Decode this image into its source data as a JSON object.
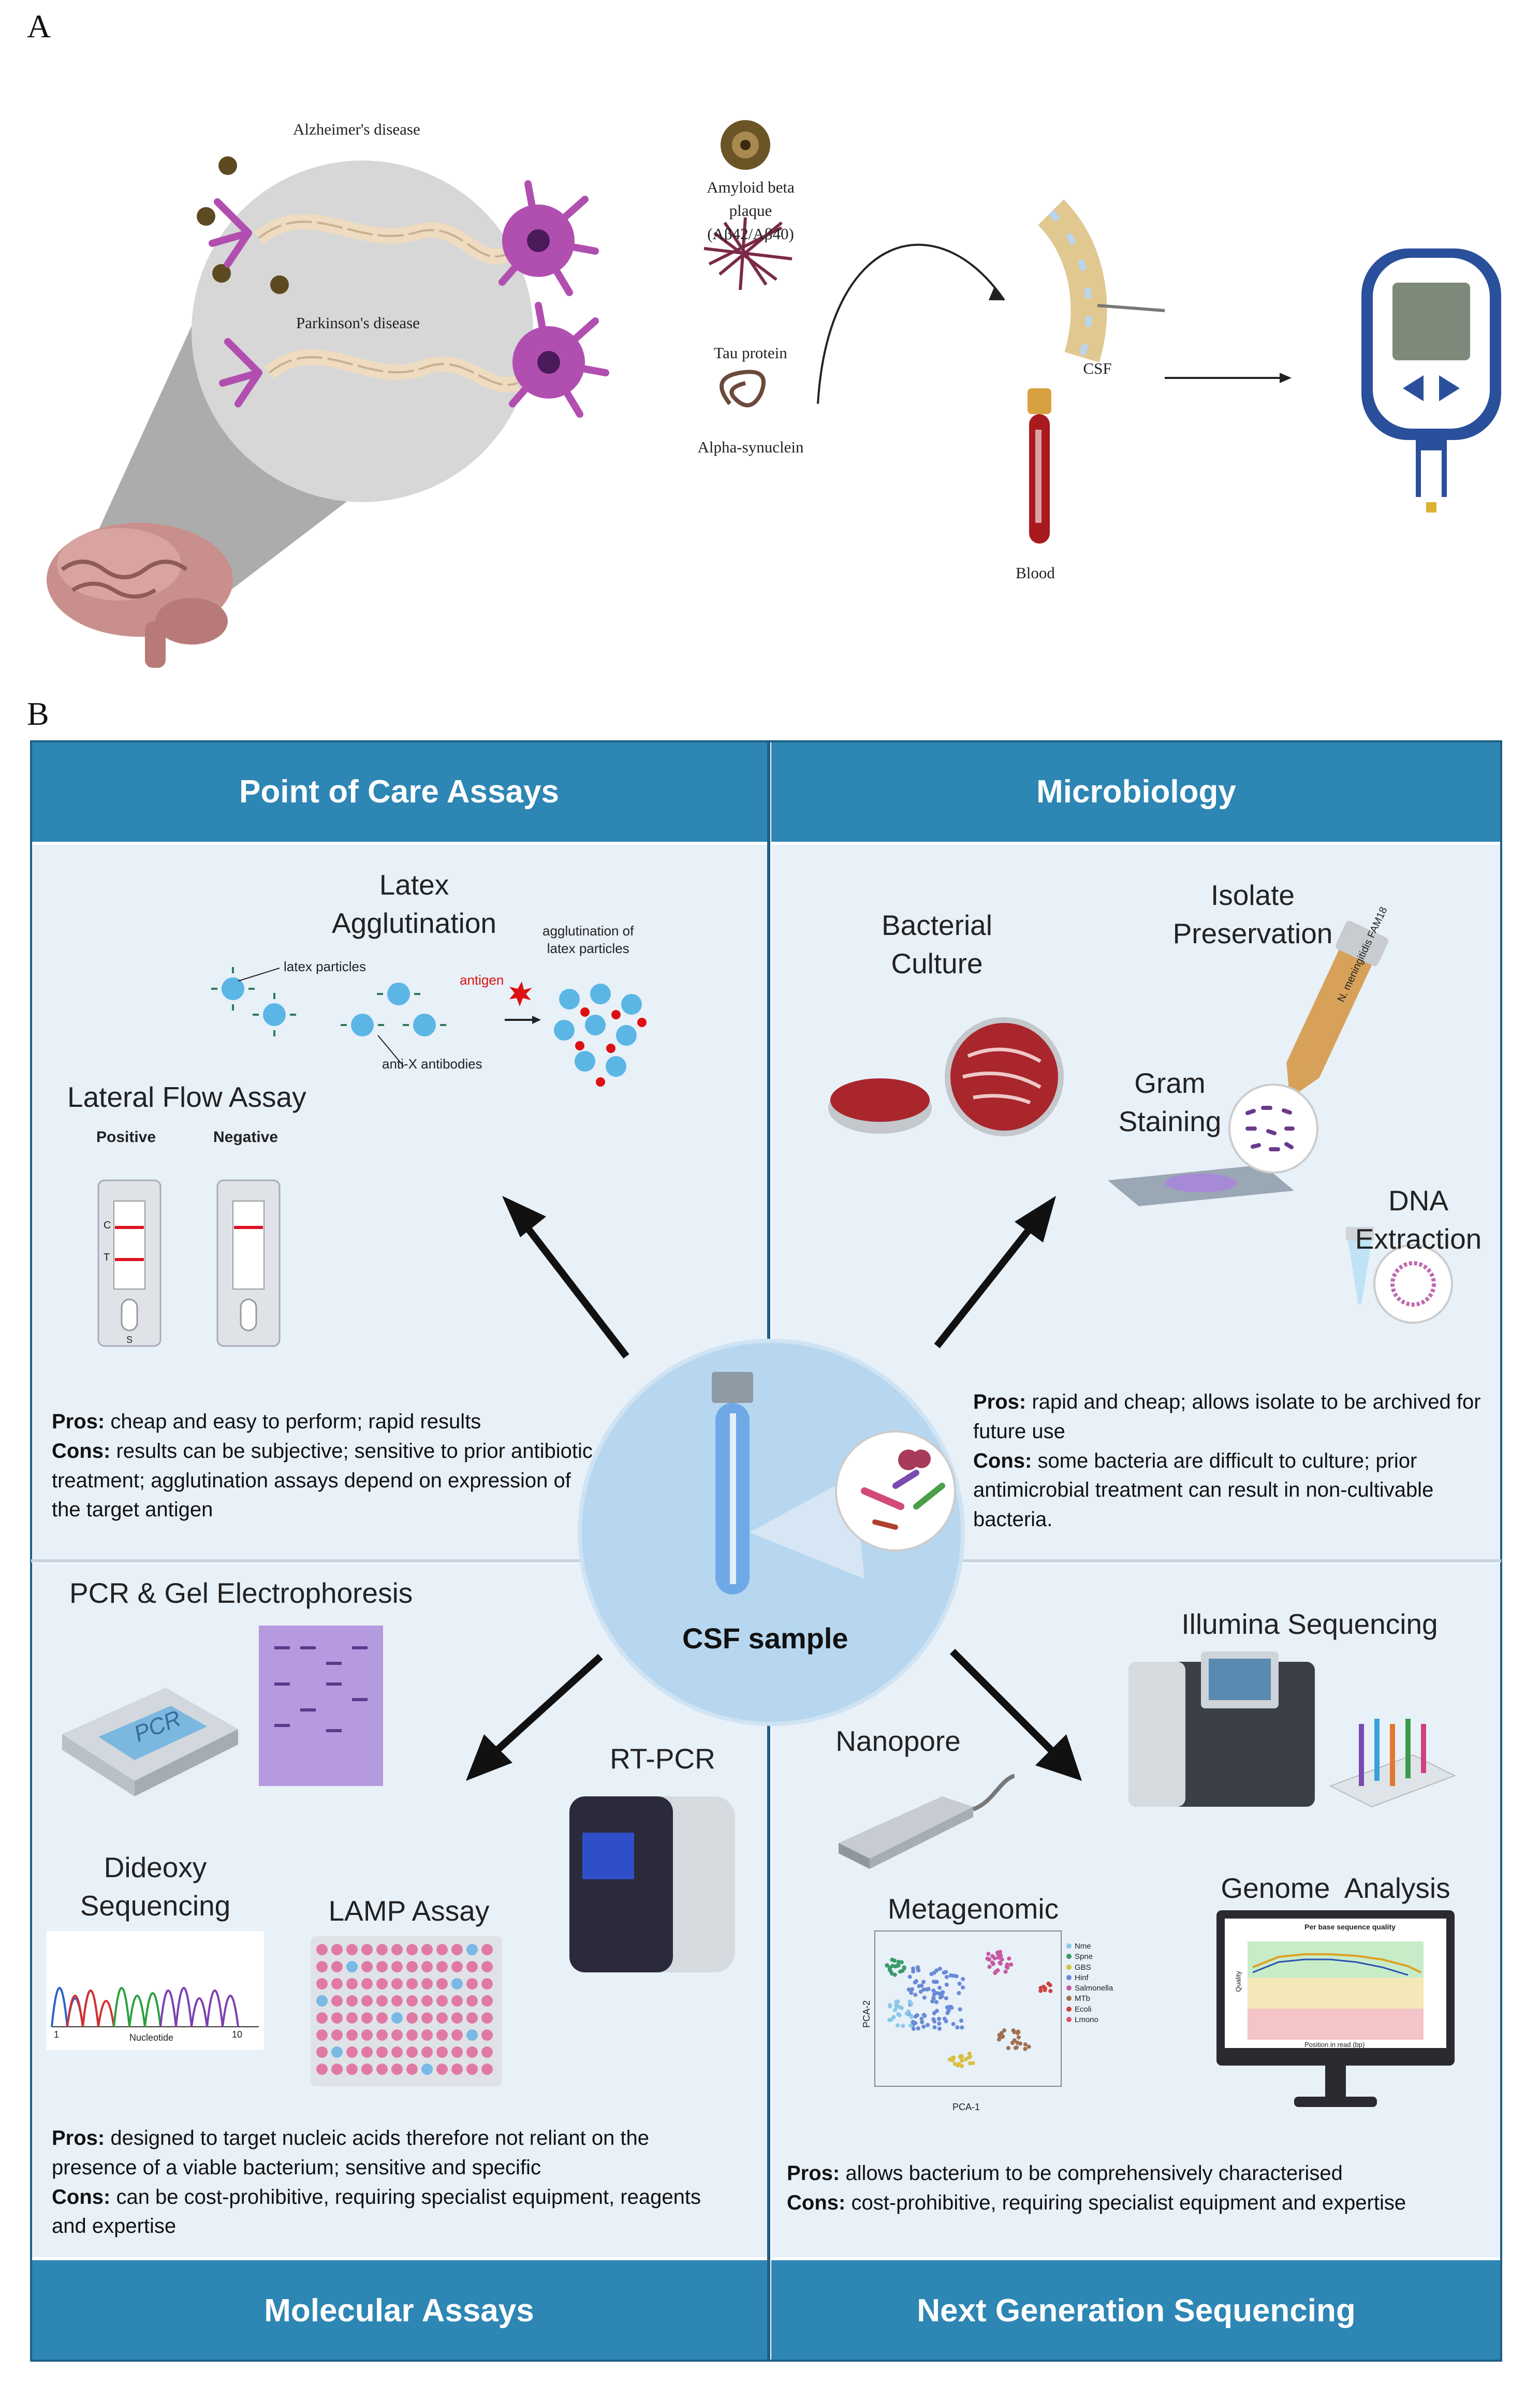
{
  "panel_a": {
    "letter": "A",
    "alzheimers": "Alzheimer's disease",
    "parkinsons": "Parkinson's disease",
    "amyloid_line1": "Amyloid beta",
    "amyloid_line2": "plaque",
    "amyloid_line3": "(Aβ42/Aβ40)",
    "tau": "Tau protein",
    "alpha": "Alpha-synuclein",
    "csf": "CSF",
    "blood": "Blood"
  },
  "panel_b": {
    "letter": "B",
    "poc": {
      "header": "Point of Care Assays",
      "latex_line1": "Latex",
      "latex_line2": "Agglutination",
      "latex_particles": "latex particles",
      "antigen": "antigen",
      "agglutination_line1": "agglutination of",
      "agglutination_line2": "latex particles",
      "anti_x": "anti-X antibodies",
      "lateral_flow": "Lateral Flow Assay",
      "positive": "Positive",
      "negative": "Negative",
      "strip_c": "C",
      "strip_t": "T",
      "strip_s": "S",
      "pros_label": "Pros:",
      "pros_text": " cheap and easy to perform; rapid results",
      "cons_label": "Cons:",
      "cons_text": " results can be subjective; sensitive to prior antibiotic treatment; agglutination assays depend on expression of the target antigen"
    },
    "micro": {
      "header": "Microbiology",
      "bacterial_line1": "Bacterial",
      "bacterial_line2": "Culture",
      "isolate_line1": "Isolate",
      "isolate_line2": "Preservation",
      "tube_label": "N. meningitidis FAM18",
      "gram_line1": "Gram",
      "gram_line2": "Staining",
      "dna_line1": "DNA",
      "dna_line2": "Extraction",
      "pros_label": "Pros:",
      "pros_text": " rapid and cheap; allows isolate to be archived for future use",
      "cons_label": "Cons:",
      "cons_text": " some bacteria are difficult to culture; prior antimicrobial treatment can result in non-cultivable bacteria."
    },
    "center": {
      "label": "CSF sample"
    },
    "molecular": {
      "header": "Molecular Assays",
      "pcr_title": "PCR & Gel Electrophoresis",
      "pcr_device": "PCR",
      "rtpcr": "RT-PCR",
      "dideoxy_line1": "Dideoxy",
      "dideoxy_line2": "Sequencing",
      "chrom_start": "1",
      "chrom_end": "10",
      "chrom_axis": "Nucleotide",
      "lamp": "LAMP Assay",
      "pros_label": "Pros:",
      "pros_text": " designed to target nucleic acids therefore not reliant on the presence of a viable bacterium; sensitive and specific",
      "cons_label": "Cons:",
      "cons_text": " can be cost-prohibitive, requiring specialist equipment, reagents and expertise"
    },
    "ngs": {
      "header": "Next Generation Sequencing",
      "illumina": "Illumina Sequencing",
      "nanopore": "Nanopore",
      "metagenomic": "Metagenomic",
      "genome": "Genome  Analysis",
      "pca_x": "PCA-1",
      "pca_y": "PCA-2",
      "legend": [
        "Nme",
        "Spne",
        "GBS",
        "Hinf",
        "Salmonella",
        "MTb",
        "Ecoli",
        "Lmono"
      ],
      "monitor_title": "Per base sequence quality",
      "monitor_x": "Position in read (bp)",
      "monitor_y": "Quality",
      "pros_label": "Pros:",
      "pros_text": " allows bacterium to be comprehensively characterised",
      "cons_label": "Cons:",
      "cons_text": " cost-prohibitive, requiring specialist equipment and expertise"
    }
  },
  "colors": {
    "header_blue": "#2d86b4",
    "panel_bg": "#e8f0f8",
    "center_circle": "#b7d7f0",
    "neuron_purple": "#b14fb0",
    "brain_pink": "#c98f8d",
    "agar_red": "#a8262c",
    "lamp_pink": "#e07aa5"
  }
}
